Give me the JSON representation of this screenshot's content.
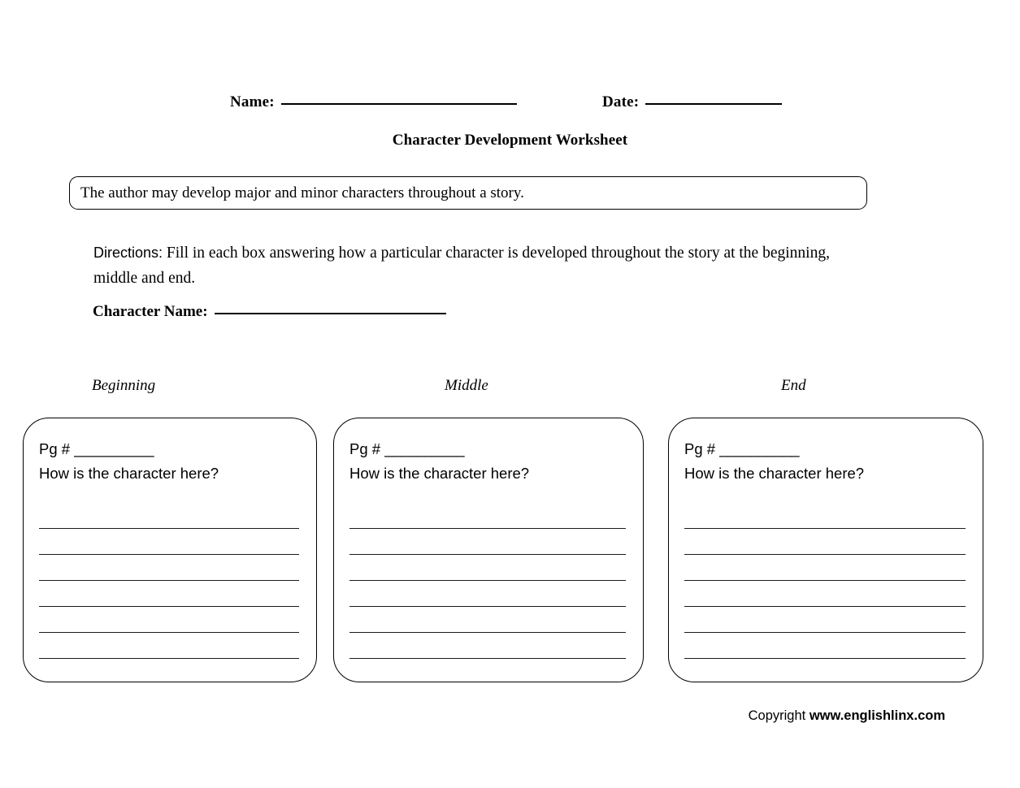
{
  "document": {
    "title": "Character Development Worksheet",
    "type": "printable-worksheet"
  },
  "header": {
    "name_label": "Name:",
    "date_label": "Date:",
    "name_value": "",
    "date_value": ""
  },
  "statement": {
    "text": "The author may develop major and minor characters throughout a story."
  },
  "directions": {
    "label": "Directions:",
    "text": " Fill in each box answering how a particular character is developed throughout the story at the beginning, middle and end."
  },
  "character": {
    "label": "Character Name:",
    "value": ""
  },
  "columns": [
    {
      "caption": "Beginning",
      "pg_label": "Pg #",
      "pg_blank": "__________",
      "question": "How is the character here?",
      "rule_count": 6
    },
    {
      "caption": "Middle",
      "pg_label": "Pg #",
      "pg_blank": "__________",
      "question": "How is the character here?",
      "rule_count": 6
    },
    {
      "caption": "End",
      "pg_label": "Pg #",
      "pg_blank": "__________",
      "question": "How is the character here?",
      "rule_count": 6
    }
  ],
  "footer": {
    "copyright_prefix": "Copyright ",
    "copyright_site": "www.englishlinx.com"
  },
  "colors": {
    "ink": "#000000",
    "paper": "#ffffff",
    "rule": "#1a1a1a"
  }
}
